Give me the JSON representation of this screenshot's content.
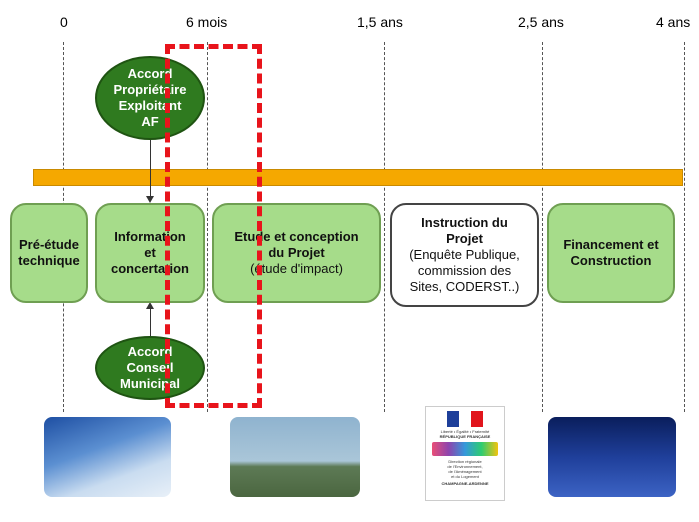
{
  "timeline": {
    "ticks": [
      "0",
      "6 mois",
      "1,5 ans",
      "2,5 ans",
      "4 ans"
    ]
  },
  "phases": {
    "pre_etude": {
      "line1": "Pré-étude",
      "line2": "technique"
    },
    "information": {
      "line1": "Information",
      "line2": "et",
      "line3": "concertation"
    },
    "etude": {
      "bold1": "Etude et conception",
      "bold2": "du Projet",
      "sub": "(étude d'impact)"
    },
    "instruction": {
      "bold1": "Instruction du",
      "bold2": "Projet",
      "sub1": "(Enquête Publique,",
      "sub2": "commission des",
      "sub3": "Sites, CODERST..)"
    },
    "financement": {
      "line1": "Financement et",
      "line2": "Construction"
    }
  },
  "ovals": {
    "top": {
      "line1": "Accord",
      "line2": "Propriétaire",
      "line3": "Exploitant",
      "line4": "AF"
    },
    "bottom": {
      "line1": "Accord",
      "line2": "Conseil",
      "line3": "Municipal"
    }
  },
  "logo": {
    "motto": "Liberté • Égalité • Fraternité",
    "republic": "RÉPUBLIQUE FRANÇAISE",
    "line1": "Direction régionale",
    "line2": "de l'Environnement,",
    "line3": "de l'Aménagement",
    "line4": "et du Logement",
    "region": "CHAMPAGNE-ARDENNE"
  },
  "colors": {
    "bar": "#f5a800",
    "phase_green": "#a6dc8a",
    "oval_green": "#2f7a1f",
    "highlight_red": "#e8141b"
  }
}
